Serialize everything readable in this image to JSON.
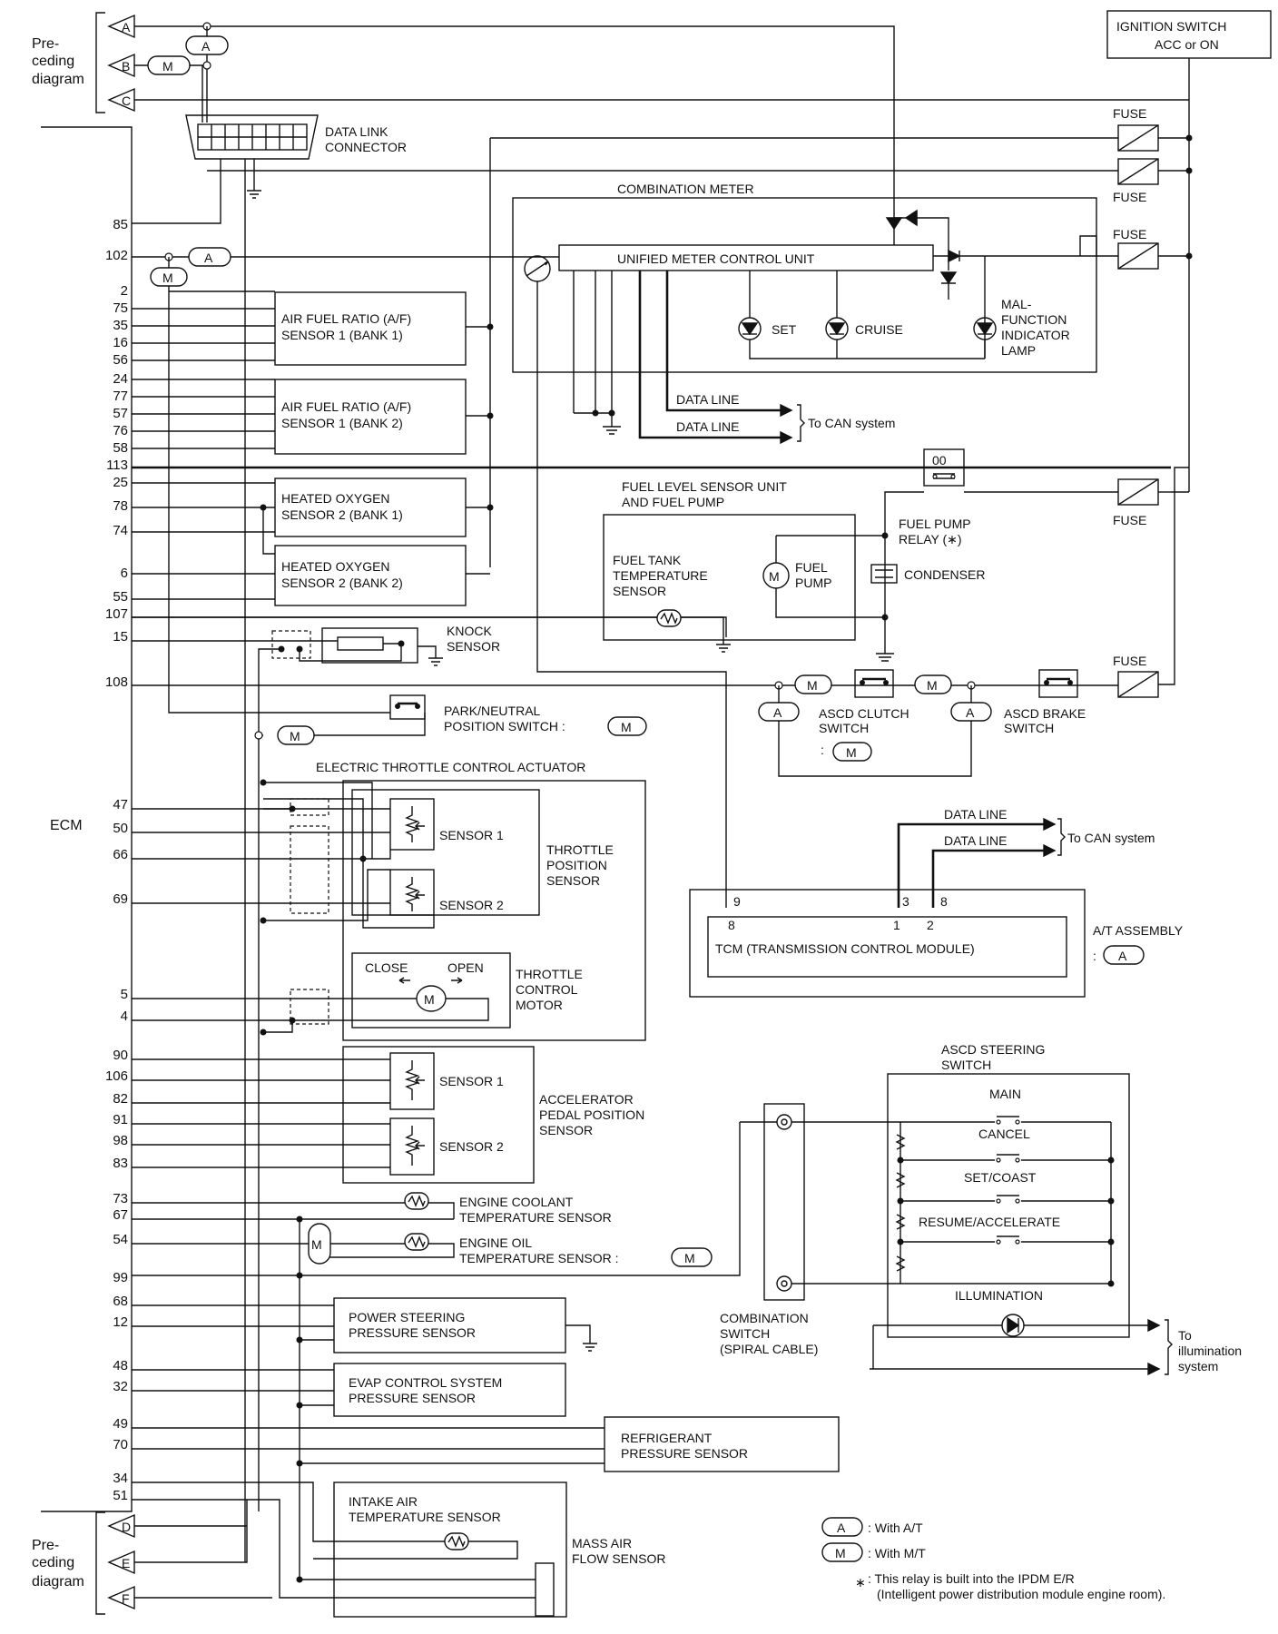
{
  "ignition": {
    "line1": "IGNITION SWITCH",
    "line2": "ACC or ON"
  },
  "fuse_label": "FUSE",
  "preceding": {
    "l1": "Pre-",
    "l2": "ceding",
    "l3": "diagram"
  },
  "connectors_top": [
    "A",
    "B",
    "C"
  ],
  "connectors_bottom": [
    "D",
    "E",
    "F"
  ],
  "tag_a": "A",
  "tag_m": "M",
  "ecm_label": "ECM",
  "dlc": {
    "l1": "DATA LINK",
    "l2": "CONNECTOR"
  },
  "combination_meter": "COMBINATION METER",
  "umcu": "UNIFIED METER CONTROL UNIT",
  "lamps": {
    "set": "SET",
    "cruise": "CRUISE",
    "mil1": "MAL-",
    "mil2": "FUNCTION",
    "mil3": "INDICATOR",
    "mil4": "LAMP"
  },
  "data_line": "DATA LINE",
  "to_can": "To CAN system",
  "af1": {
    "l1": "AIR FUEL RATIO (A/F)",
    "l2": "SENSOR 1 (BANK 1)"
  },
  "af2": {
    "l1": "AIR FUEL RATIO (A/F)",
    "l2": "SENSOR 1 (BANK 2)"
  },
  "ho1": {
    "l1": "HEATED OXYGEN",
    "l2": "SENSOR 2 (BANK 1)"
  },
  "ho2": {
    "l1": "HEATED OXYGEN",
    "l2": "SENSOR 2 (BANK 2)"
  },
  "fuel_unit": {
    "l1": "FUEL LEVEL SENSOR UNIT",
    "l2": "AND FUEL PUMP"
  },
  "fuel_temp": {
    "l1": "FUEL TANK",
    "l2": "TEMPERATURE",
    "l3": "SENSOR"
  },
  "fuel_pump": {
    "l1": "FUEL",
    "l2": "PUMP"
  },
  "fuel_relay": {
    "l1": "FUEL PUMP",
    "l2": "RELAY (∗)"
  },
  "condenser": "CONDENSER",
  "knock": {
    "l1": "KNOCK",
    "l2": "SENSOR"
  },
  "park_neutral": {
    "l1": "PARK/NEUTRAL",
    "l2": "POSITION SWITCH :"
  },
  "clutch": {
    "l1": "ASCD CLUTCH",
    "l2": "SWITCH",
    "l3": ":"
  },
  "brake": {
    "l1": "ASCD BRAKE",
    "l2": "SWITCH"
  },
  "etca": "ELECTRIC THROTTLE CONTROL ACTUATOR",
  "sensor1": "SENSOR 1",
  "sensor2": "SENSOR 2",
  "tps": {
    "l1": "THROTTLE",
    "l2": "POSITION",
    "l3": "SENSOR"
  },
  "motor": {
    "close": "CLOSE",
    "open": "OPEN",
    "l1": "THROTTLE",
    "l2": "CONTROL",
    "l3": "MOTOR"
  },
  "apps": {
    "l1": "ACCELERATOR",
    "l2": "PEDAL POSITION",
    "l3": "SENSOR"
  },
  "tcm": {
    "label": "TCM (TRANSMISSION CONTROL MODULE)",
    "pin9": "9",
    "pin3": "3",
    "pin8": "8",
    "in8": "8",
    "in1": "1",
    "in2": "2"
  },
  "at_assembly": {
    "l1": "A/T ASSEMBLY",
    "l2": ":"
  },
  "ascd_steering": {
    "l1": "ASCD STEERING",
    "l2": "SWITCH",
    "main": "MAIN",
    "cancel": "CANCEL",
    "set": "SET/COAST",
    "resume": "RESUME/ACCELERATE",
    "illum": "ILLUMINATION"
  },
  "ect": {
    "l1": "ENGINE COOLANT",
    "l2": "TEMPERATURE SENSOR"
  },
  "eot": {
    "l1": "ENGINE OIL",
    "l2": "TEMPERATURE SENSOR :"
  },
  "comb_switch": {
    "l1": "COMBINATION",
    "l2": "SWITCH",
    "l3": "(SPIRAL CABLE)"
  },
  "to_illum": {
    "l1": "To",
    "l2": "illumination",
    "l3": "system"
  },
  "ps": {
    "l1": "POWER STEERING",
    "l2": "PRESSURE SENSOR"
  },
  "evap": {
    "l1": "EVAP CONTROL SYSTEM",
    "l2": "PRESSURE SENSOR"
  },
  "refrig": {
    "l1": "REFRIGERANT",
    "l2": "PRESSURE SENSOR"
  },
  "iat": {
    "l1": "INTAKE AIR",
    "l2": "TEMPERATURE SENSOR"
  },
  "maf": {
    "l1": "MASS AIR",
    "l2": "FLOW SENSOR"
  },
  "legend": {
    "a_text": ": With A/T",
    "m_text": ": With M/T",
    "star": "∗",
    "note1": ": This relay is built into the IPDM E/R",
    "note2": "(Intelligent power distribution module engine room)."
  },
  "pins": [
    "85",
    "102",
    "2",
    "75",
    "35",
    "16",
    "56",
    "24",
    "77",
    "57",
    "76",
    "58",
    "113",
    "25",
    "78",
    "74",
    "6",
    "55",
    "107",
    "15",
    "108",
    "47",
    "50",
    "66",
    "69",
    "5",
    "4",
    "90",
    "106",
    "82",
    "91",
    "98",
    "83",
    "73",
    "67",
    "54",
    "99",
    "68",
    "12",
    "48",
    "32",
    "49",
    "70",
    "34",
    "51"
  ]
}
